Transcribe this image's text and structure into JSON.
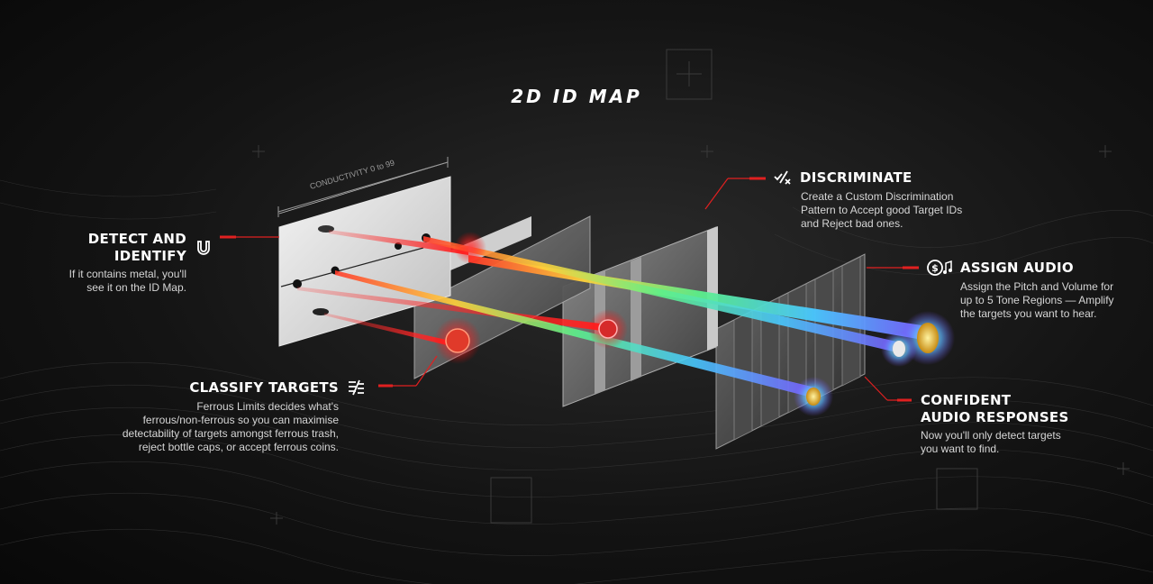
{
  "title": "2D ID MAP",
  "axis_label": "CONDUCTIVITY 0 to 99",
  "features": {
    "detect": {
      "heading": "DETECT AND IDENTIFY",
      "lines": [
        "If it contains metal, you'll",
        "see it on the ID Map."
      ],
      "icon": "horseshoe-magnet-icon"
    },
    "classify": {
      "heading": "CLASSIFY TARGETS",
      "lines": [
        "Ferrous Limits decides what's",
        "ferrous/non-ferrous so you can maximise",
        "detectability of targets amongst ferrous trash,",
        "reject bottle caps, or accept ferrous coins."
      ],
      "icon": "ferrous-classify-icon"
    },
    "discriminate": {
      "heading": "DISCRIMINATE",
      "lines": [
        "Create a Custom Discrimination",
        "Pattern to Accept good Target IDs",
        "and Reject bad ones."
      ],
      "icon": "discriminate-icon"
    },
    "assign_audio": {
      "heading": "ASSIGN AUDIO",
      "lines": [
        "Assign the Pitch and Volume for",
        "up to 5 Tone Regions — Amplify",
        "the targets you want to hear."
      ],
      "icon": "coin-music-icon"
    },
    "confident": {
      "heading_line1": "CONFIDENT",
      "heading_line2": "AUDIO RESPONSES",
      "lines": [
        "Now you'll only detect targets",
        "you want to find."
      ]
    }
  },
  "colors": {
    "accent_red": "#e02020",
    "background": "#121212",
    "text": "#ffffff",
    "subtext": "#d6d6d6"
  }
}
